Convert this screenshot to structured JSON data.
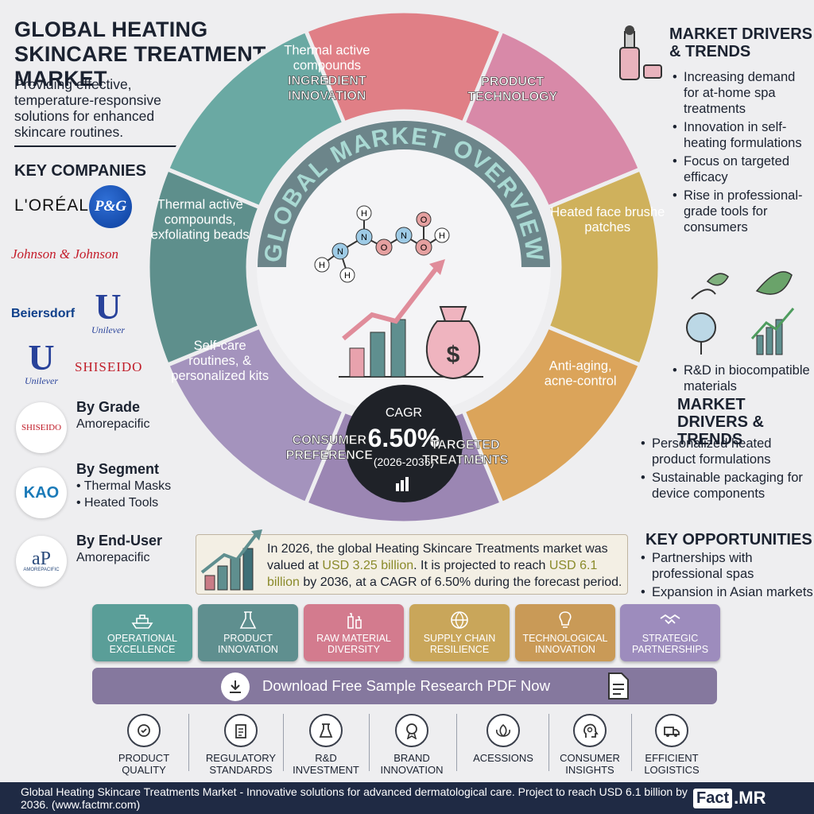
{
  "header": {
    "title": "GLOBAL HEATING SKINCARE TREATMENTS MARKET",
    "subtitle": "Providing effective, temperature-responsive solutions for enhanced skincare routines."
  },
  "key_companies": {
    "heading": "KEY COMPANIES",
    "logos": [
      "L'ORÉAL",
      "P&G",
      "Johnson & Johnson",
      "Beiersdorf",
      "Unilever",
      "Unilever",
      "SHISEIDO",
      "SHISEIDO",
      "KAO",
      "AMOREPACIFIC"
    ],
    "by_grade": {
      "heading": "By Grade",
      "text": "Amorepacific"
    },
    "by_segment": {
      "heading": "By Segment",
      "items": [
        "Thermal Masks",
        "Heated Tools"
      ]
    },
    "by_end_user": {
      "heading": "By End-User",
      "text": "Amorepacific"
    }
  },
  "wheel": {
    "center_title": "GLOBAL MARKET OVERVIEW",
    "cagr_label": "CAGR",
    "cagr_value": "6.50%",
    "cagr_period": "(2026-2036)",
    "segments": [
      {
        "title": "INGREDIENT INNOVATION",
        "caption": "Thermal active compounds",
        "color": "#6aa9a3"
      },
      {
        "title": "PRODUCT TECHNOLOGY",
        "caption": "",
        "color": "#e07f86"
      },
      {
        "title": "",
        "caption": "Heated face brushe patches",
        "color": "#d889a8"
      },
      {
        "title": "",
        "caption": "Anti-aging, acne-control",
        "color": "#cfb15c"
      },
      {
        "title": "TARGETED TREATMENTS",
        "caption": "",
        "color": "#dba45a"
      },
      {
        "title": "CONSUMER PREFERENCE",
        "caption": "",
        "color": "#9b86b3"
      },
      {
        "title": "",
        "caption": "Self-care routines, & personalized kits",
        "color": "#a493bd"
      },
      {
        "title": "",
        "caption": "Thermal active compounds, exfoliating beads",
        "color": "#5e8f8c"
      }
    ]
  },
  "drivers_1": {
    "heading": "MARKET DRIVERS & TRENDS",
    "items": [
      "Increasing demand for at-home spa treatments",
      "Innovation in self-heating formulations",
      "Focus on targeted efficacy",
      "Rise in professional-grade tools for consumers",
      "R&D in biocompatible materials"
    ]
  },
  "drivers_2": {
    "heading": "MARKET DRIVERS & TRENDS",
    "items": [
      "Personalized heated product formulations",
      "Sustainable packaging for device components"
    ]
  },
  "opportunities": {
    "heading": "KEY OPPORTUNITIES",
    "items": [
      "Partnerships with professional spas",
      "Expansion in Asian markets"
    ]
  },
  "summary": {
    "part1": "In 2026, the global Heating Skincare Treatments market was valued at ",
    "value1": "USD 3.25 billion",
    "part2": ". It is projected to reach ",
    "value2": "USD 6.1 billion",
    "part3": " by 2036, at a CAGR of 6.50% during the forecast period."
  },
  "tiles": [
    {
      "label": "OPERATIONAL EXCELLENCE",
      "color": "#5a9e98",
      "icon": "ship-icon"
    },
    {
      "label": "PRODUCT INNOVATION",
      "color": "#5f8f8f",
      "icon": "flask-icon"
    },
    {
      "label": "RAW MATERIAL DIVERSITY",
      "color": "#d37b8e",
      "icon": "bottles-icon"
    },
    {
      "label": "SUPPLY CHAIN RESILIENCE",
      "color": "#c9a65a",
      "icon": "globe-icon"
    },
    {
      "label": "TECHNOLOGICAL INNOVATION",
      "color": "#c99a57",
      "icon": "bulb-icon"
    },
    {
      "label": "STRATEGIC PARTNERSHIPS",
      "color": "#9d8cbd",
      "icon": "handshake-icon"
    }
  ],
  "download": {
    "label": "Download Free Sample Research PDF Now"
  },
  "bottom_icons": [
    {
      "label": "PRODUCT QUALITY",
      "icon": "badge-icon"
    },
    {
      "label": "REGULATORY STANDARDS",
      "icon": "clipboard-icon"
    },
    {
      "label": "R&D INVESTMENT",
      "icon": "beaker-icon"
    },
    {
      "label": "BRAND INNOVATION",
      "icon": "medal-icon"
    },
    {
      "label": "ACESSIONS",
      "icon": "lotus-icon"
    },
    {
      "label": "CONSUMER INSIGHTS",
      "icon": "head-icon"
    },
    {
      "label": "EFFICIENT LOGISTICS",
      "icon": "truck-icon"
    }
  ],
  "footer": {
    "text": "Global Heating Skincare Treatments Market - Innovative solutions for advanced dermatological care. Project to reach USD 6.1 billion by 2036. (www.factmr.com)",
    "brand_a": "Fact",
    "brand_b": ".MR"
  }
}
